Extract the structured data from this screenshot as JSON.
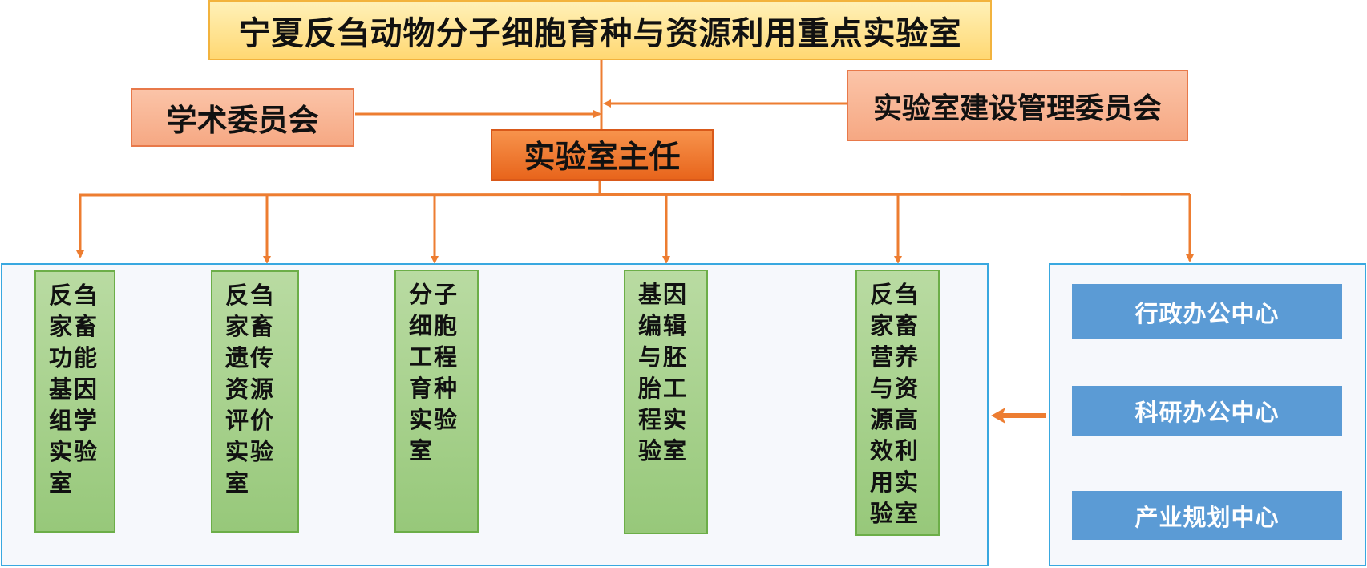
{
  "title": "宁夏反刍动物分子细胞育种与资源利用重点实验室",
  "academic_committee": "学术委员会",
  "construction_committee": "实验室建设管理委员会",
  "director": "实验室主任",
  "labs": [
    {
      "label": "反刍家畜功能基因组学实验室"
    },
    {
      "label": "反刍家畜遗传资源评价实验室"
    },
    {
      "label": "分子细胞工程育种实验室"
    },
    {
      "label": "基因编辑与胚胎工程实验室"
    },
    {
      "label": "反刍家畜营养与资源高效利用实验室"
    }
  ],
  "centers": [
    {
      "label": "行政办公中心"
    },
    {
      "label": "科研办公中心"
    },
    {
      "label": "产业规划中心"
    }
  ],
  "colors": {
    "connector": "#ed7d31",
    "title_fill": "#ffd873",
    "committee_fill": "#f6a883",
    "director_fill": "#e8651c",
    "lab_fill": "#97c87a",
    "center_fill": "#5b9bd5",
    "panel_border": "#39a8e0"
  }
}
